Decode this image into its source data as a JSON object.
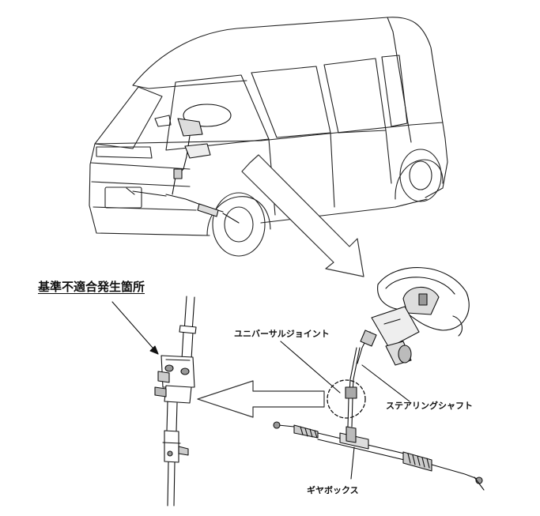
{
  "labels": {
    "nonconformity_location": "基準不適合発生箇所",
    "universal_joint": "ユニバーサルジョイント",
    "steering_shaft": "ステアリングシャフト",
    "gearbox": "ギヤボックス"
  }
}
